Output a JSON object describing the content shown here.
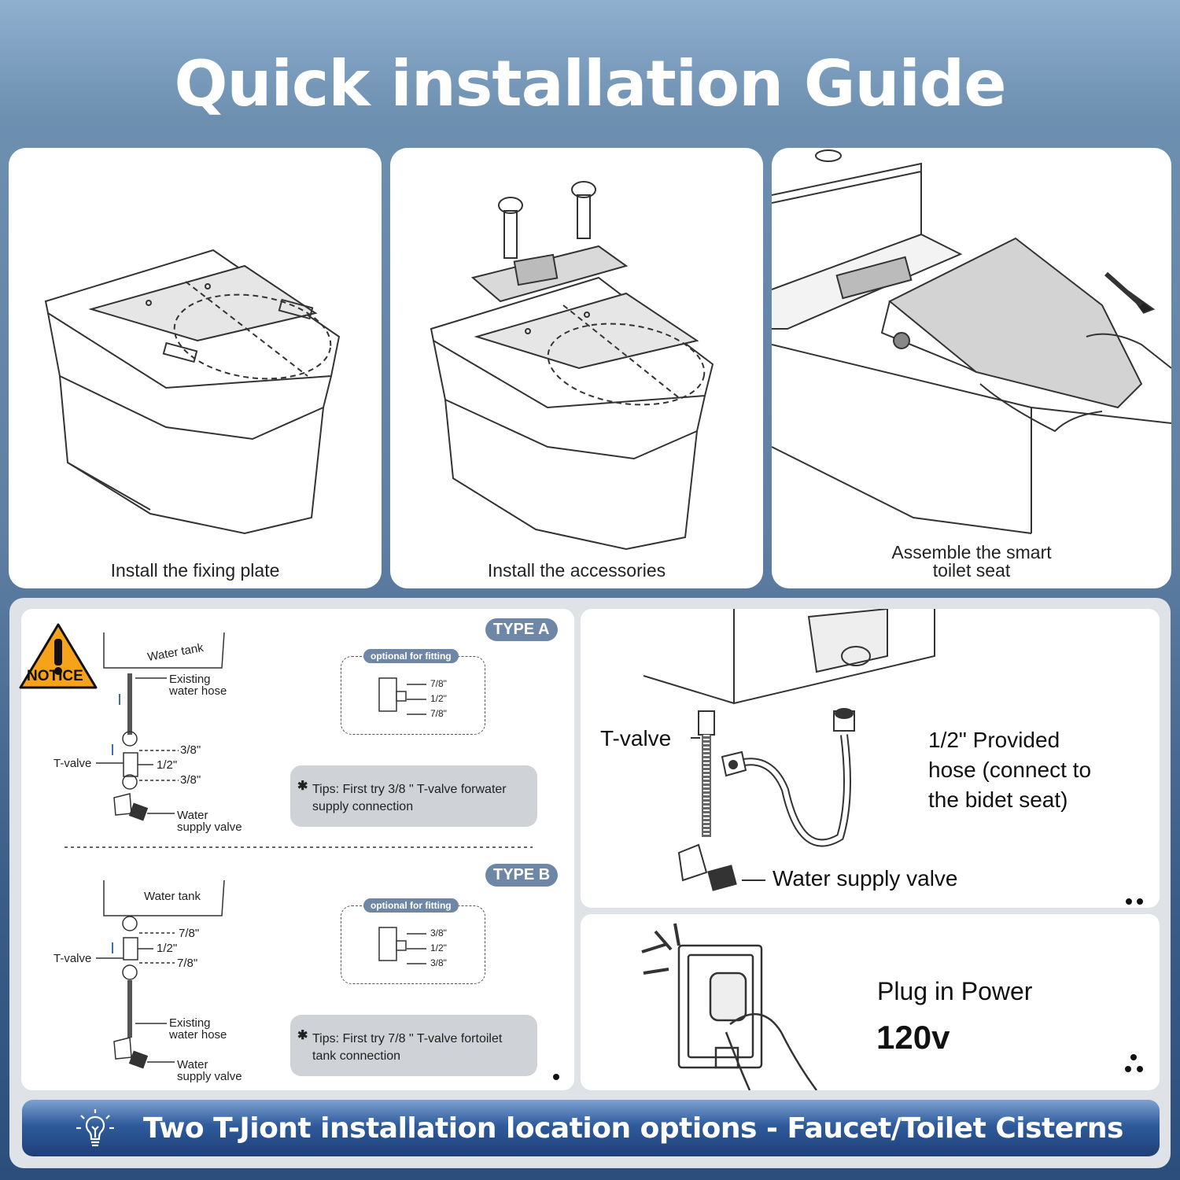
{
  "page_title": "Quick installation Guide",
  "steps": [
    {
      "caption": "Install the fixing plate"
    },
    {
      "caption": "Install the accessories"
    },
    {
      "caption_line1": "Assemble the smart",
      "caption_line2": "toilet seat"
    }
  ],
  "notice_label": "NOTICE",
  "type_a": {
    "badge": "TYPE A",
    "water_tank": "Water tank",
    "existing_hose_line1": "Existing",
    "existing_hose_line2": "water hose",
    "tvalve": "T-valve",
    "size_top": "3/8\"",
    "size_mid": "1/2\"",
    "size_bottom": "3/8\"",
    "supply_line1": "Water",
    "supply_line2": "supply valve",
    "optional_label": "optional for fitting",
    "opt_top": "7/8\"",
    "opt_mid": "1/2\"",
    "opt_bottom": "7/8\"",
    "tips_line1": "Tips: First try 3/8 \" T-valve forwater",
    "tips_line2": "supply connection"
  },
  "type_b": {
    "badge": "TYPE B",
    "water_tank": "Water tank",
    "tvalve": "T-valve",
    "size_top": "7/8\"",
    "size_mid": "1/2\"",
    "size_bottom": "7/8\"",
    "existing_hose_line1": "Existing",
    "existing_hose_line2": "water hose",
    "supply_line1": "Water",
    "supply_line2": "supply valve",
    "optional_label": "optional for fitting",
    "opt_top": "3/8\"",
    "opt_mid": "1/2\"",
    "opt_bottom": "3/8\"",
    "tips_line1": "Tips: First try 7/8 \" T-valve fortoilet",
    "tips_line2": "tank connection"
  },
  "hose_panel": {
    "tvalve": "T-valve",
    "hose_line1": "1/2\" Provided",
    "hose_line2": "hose (connect to",
    "hose_line3": "the bidet seat)",
    "supply": "Water supply valve"
  },
  "power_panel": {
    "label": "Plug in Power",
    "voltage": "120v"
  },
  "footer_banner": "Two T-Jiont installation location options - Faucet/Toilet Cisterns",
  "icons": [
    "lightbulb-icon",
    "warning-icon",
    "rotate-arrow-icon",
    "direction-arrow-icon"
  ]
}
